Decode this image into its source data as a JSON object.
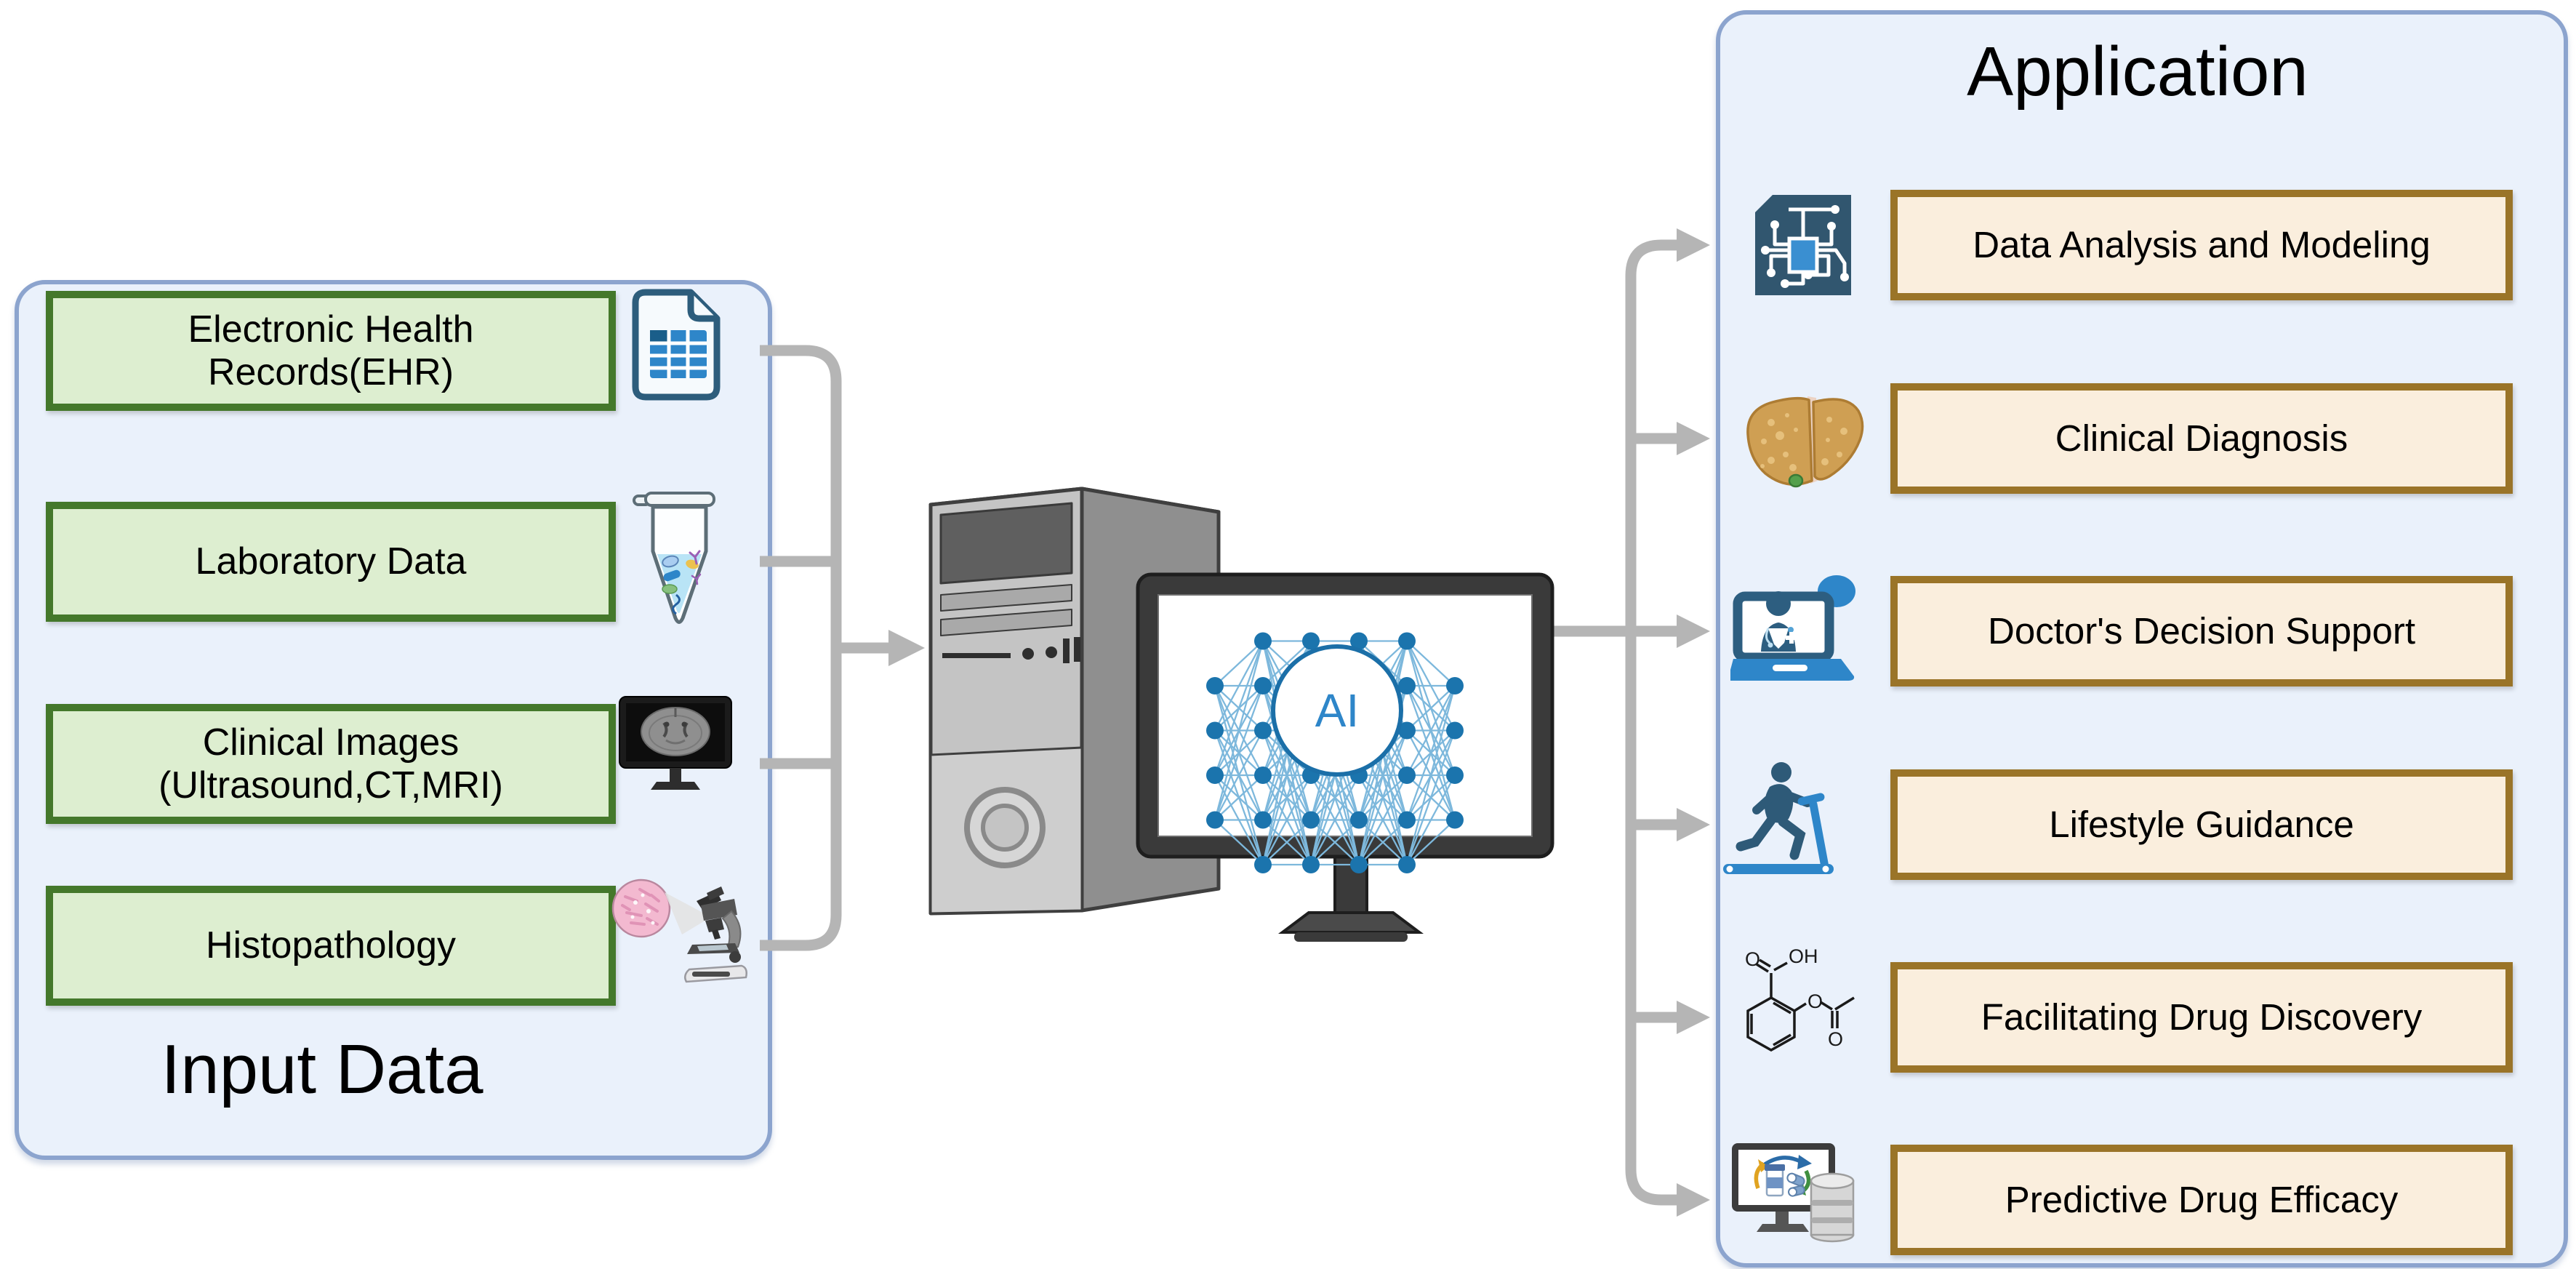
{
  "input_panel": {
    "title": "Input Data",
    "items": [
      {
        "label": "Electronic Health\nRecords(EHR)",
        "icon": "ehr-document-icon"
      },
      {
        "label": "Laboratory Data",
        "icon": "lab-tube-icon"
      },
      {
        "label": "Clinical Images\n(Ultrasound,CT,MRI)",
        "icon": "ct-monitor-icon"
      },
      {
        "label": "Histopathology",
        "icon": "microscope-slide-icon"
      }
    ]
  },
  "processor": {
    "ai_label": "AI"
  },
  "application_panel": {
    "title": "Application",
    "items": [
      {
        "label": "Data Analysis and Modeling",
        "icon": "circuit-chip-icon"
      },
      {
        "label": "Clinical Diagnosis",
        "icon": "liver-icon"
      },
      {
        "label": "Doctor's Decision Support",
        "icon": "telemedicine-laptop-icon"
      },
      {
        "label": "Lifestyle Guidance",
        "icon": "treadmill-runner-icon"
      },
      {
        "label": "Facilitating Drug Discovery",
        "icon": "aspirin-structure-icon"
      },
      {
        "label": "Predictive Drug Efficacy",
        "icon": "drug-efficacy-monitor-icon"
      }
    ]
  },
  "chem": {
    "o_acid": "O",
    "oh": "OH",
    "o_ester": "O",
    "o_carbonyl": "O"
  },
  "colors": {
    "panel_bg": "#EAF1FB",
    "panel_border": "#8CA4CE",
    "input_box_bg": "#DDEED0",
    "input_box_border": "#44782B",
    "app_box_bg": "#FAEEDD",
    "app_box_border": "#9A7428",
    "connector_gray": "#B5B5B5",
    "network_node_blue": "#1B74AD",
    "network_edge_blue": "#7DB8DC",
    "icon_slate": "#2E5A78",
    "icon_blue": "#2E86C9"
  }
}
